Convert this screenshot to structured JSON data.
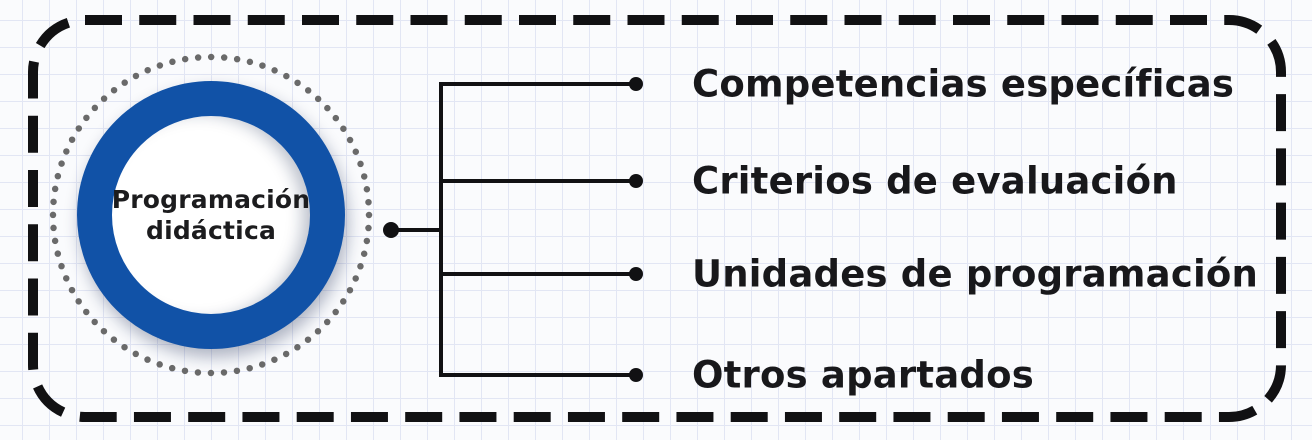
{
  "diagram": {
    "center": {
      "line1": "Programación",
      "line2": "didáctica"
    },
    "items": [
      {
        "label": "Competencias específicas"
      },
      {
        "label": "Criterios de evaluación"
      },
      {
        "label": "Unidades de programación"
      },
      {
        "label": "Otros apartados"
      }
    ],
    "colors": {
      "ring_blue": "#1152a7",
      "dot_gray": "#6a6a6a",
      "ink": "#111113",
      "text": "#18181b",
      "grid_line": "#e2e6f4",
      "canvas_bg": "#fafbfd",
      "node_fill": "#ffffff"
    }
  }
}
